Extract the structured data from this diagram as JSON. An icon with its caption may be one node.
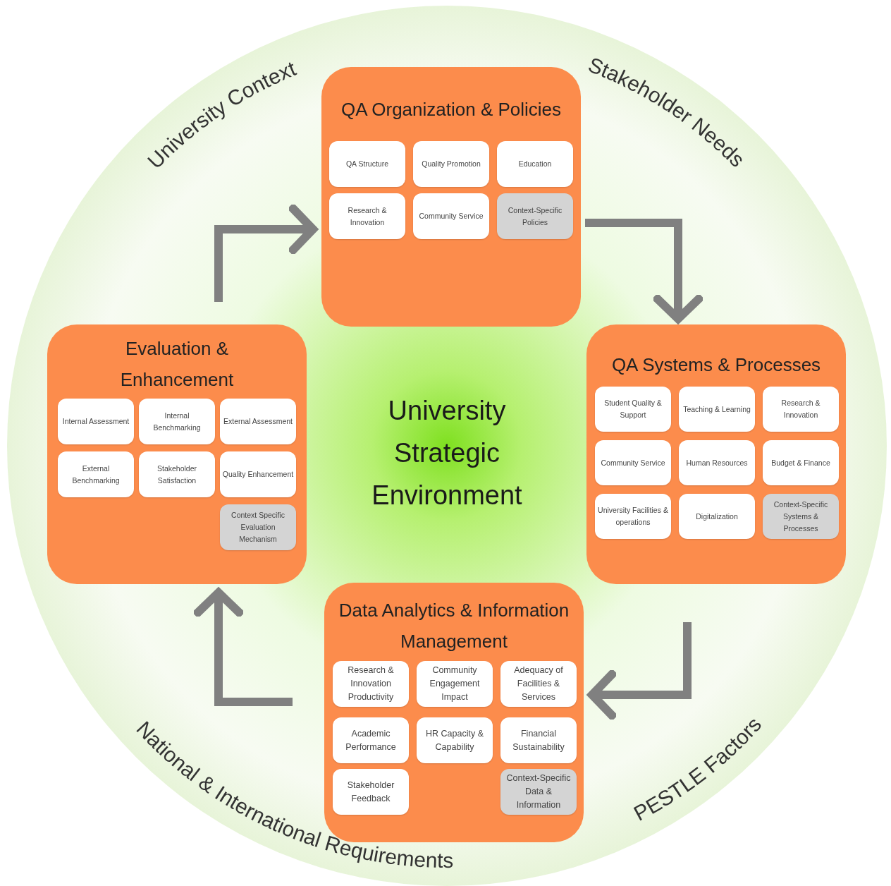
{
  "diagram": {
    "nodes": [
      {
        "text": [
          "University Strategic Environment"
        ]
      },
      {
        "text": [
          "QA Organization & Policies"
        ],
        "in": 0
      },
      {
        "text": [
          "QA Structure"
        ],
        "in": 1
      },
      {
        "text": [
          "Quality Promotion"
        ],
        "in": 1
      },
      {
        "text": [
          "Education"
        ],
        "in": 1
      },
      {
        "text": [
          "Research & Innovation"
        ],
        "in": 1
      },
      {
        "text": [
          "Community Service"
        ],
        "in": 1
      },
      {
        "text": [
          "Context-Specific Policies"
        ],
        "in": 1
      },
      {
        "text": [
          "QA Systems & Processes"
        ],
        "in": 0
      },
      {
        "text": [
          "Student Quality & Support"
        ],
        "in": 8
      },
      {
        "text": [
          "Teaching & Learning"
        ],
        "in": 8
      },
      {
        "text": [
          "Research & Innovation"
        ],
        "in": 8
      },
      {
        "text": [
          "Community Service"
        ],
        "in": 8
      },
      {
        "text": [
          "Human Resources"
        ],
        "in": 8
      },
      {
        "text": [
          "Budget & Finance"
        ],
        "in": 8
      },
      {
        "text": [
          "University Facilities & operations"
        ],
        "in": 8
      },
      {
        "text": [
          "Digitalization"
        ],
        "in": 8
      },
      {
        "text": [
          "Context-Specific Systems & Processes"
        ],
        "in": 8
      },
      {
        "text": [
          "Data Analytics & Information Management"
        ],
        "in": 0
      },
      {
        "text": [
          "Research & Innovation Productivity"
        ],
        "in": 18
      },
      {
        "text": [
          "Community Engagement Impact"
        ],
        "in": 18
      },
      {
        "text": [
          "Adequacy of Facilities & Services"
        ],
        "in": 18
      },
      {
        "text": [
          "Academic Performance"
        ],
        "in": 18
      },
      {
        "text": [
          "HR Capacity & Capability"
        ],
        "in": 18
      },
      {
        "text": [
          "Financial Sustainability"
        ],
        "in": 18
      },
      {
        "text": [
          "Stakeholder Feedback"
        ],
        "in": 18
      },
      {
        "text": [
          "Context-Specific Data & Information"
        ],
        "in": 18
      },
      {
        "text": [
          "Evaluation & Enhancement"
        ],
        "in": 0
      },
      {
        "text": [
          "Internal Assessment"
        ],
        "in": 27
      },
      {
        "text": [
          "Internal Benchmarking"
        ],
        "in": 27
      },
      {
        "text": [
          "External Assessment"
        ],
        "in": 27
      },
      {
        "text": [
          "External Benchmarking"
        ],
        "in": 27
      },
      {
        "text": [
          "Stakeholder Satisfaction"
        ],
        "in": 27
      },
      {
        "text": [
          "Quality Enhancement"
        ],
        "in": 27
      },
      {
        "text": [
          "Context Specific Evaluation Mechanism"
        ],
        "in": 27
      }
    ],
    "edges": [
      {
        "from": 1,
        "to": 8,
        "arrow": "to"
      },
      {
        "from": 8,
        "to": 18,
        "arrow": "to"
      },
      {
        "from": 18,
        "to": 27,
        "arrow": "to"
      },
      {
        "from": 27,
        "to": 1,
        "arrow": "to"
      }
    ],
    "labels": [
      "University Context",
      "Stakeholder Needs",
      "National & International Requirements",
      "PESTLE Factors"
    ]
  }
}
